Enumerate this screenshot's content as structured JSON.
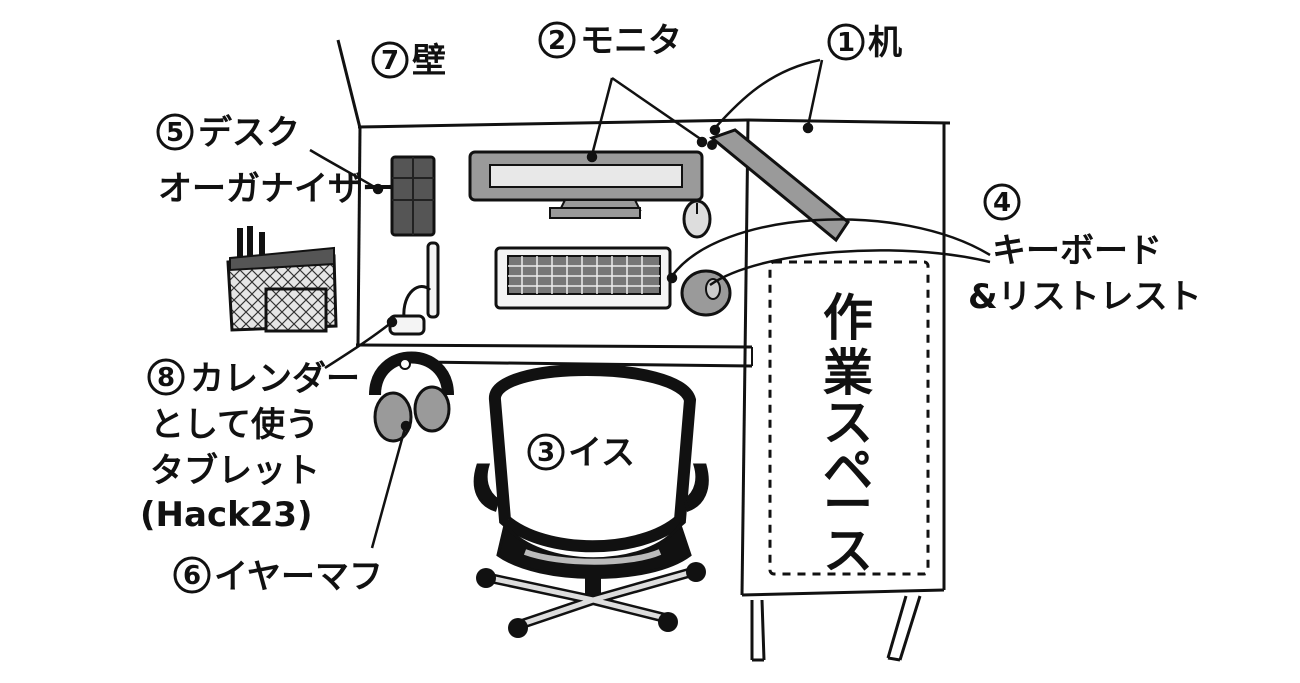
{
  "labels": {
    "desk": {
      "num": "1",
      "text": "机"
    },
    "monitor": {
      "num": "2",
      "text": "モニタ"
    },
    "chair": {
      "num": "3",
      "text": "イス"
    },
    "keyboard": {
      "num": "4",
      "text": "キーボード",
      "text2": "&リストレスト"
    },
    "organizer": {
      "num": "5",
      "text": "デスク",
      "text2": "オーガナイザー"
    },
    "earmuff": {
      "num": "6",
      "text": "イヤーマフ"
    },
    "wall": {
      "num": "7",
      "text": "壁"
    },
    "tablet": {
      "num": "8",
      "text": "カレンダー",
      "text2": "として使う",
      "text3": "タブレット",
      "text4": "(Hack23)"
    }
  },
  "workspace": {
    "chars": [
      "作",
      "業",
      "ス",
      "ペ",
      "ー",
      "ス"
    ]
  },
  "colors": {
    "ink": "#111111",
    "gray": "#9a9a9a",
    "dark_gray": "#555555",
    "light_gray": "#cfcfcf"
  }
}
